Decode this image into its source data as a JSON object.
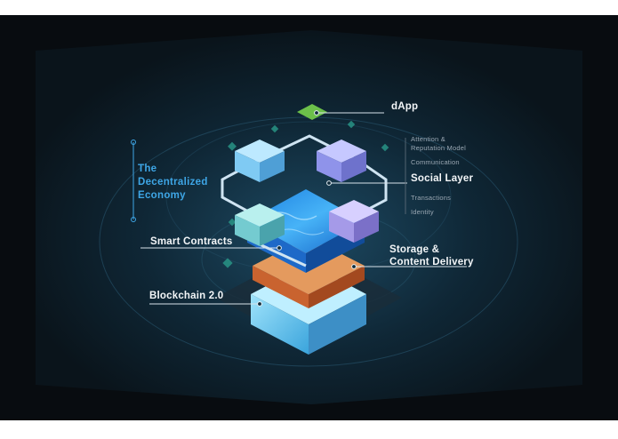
{
  "diagram": {
    "side_title": "The\nDecentralized\nEconomy",
    "labels": {
      "dapp": "dApp",
      "social_layer": "Social Layer",
      "smart_contracts": "Smart Contracts",
      "storage": "Storage &\nContent Delivery",
      "blockchain": "Blockchain 2.0"
    },
    "social_sublayers": [
      "Attention &\nReputation Model",
      "Communication",
      "Transactions",
      "Identity"
    ],
    "colors": {
      "background": "#080c10",
      "panel": "#0e2a3a",
      "accent_blue": "#3ea6e6",
      "dapp_green": "#6cc04a",
      "storage_orange": "#d9733c",
      "blockchain_blue": "#5ec4ee",
      "social_purple": "#8c8fe8",
      "connector": "#cfe4f2"
    }
  }
}
